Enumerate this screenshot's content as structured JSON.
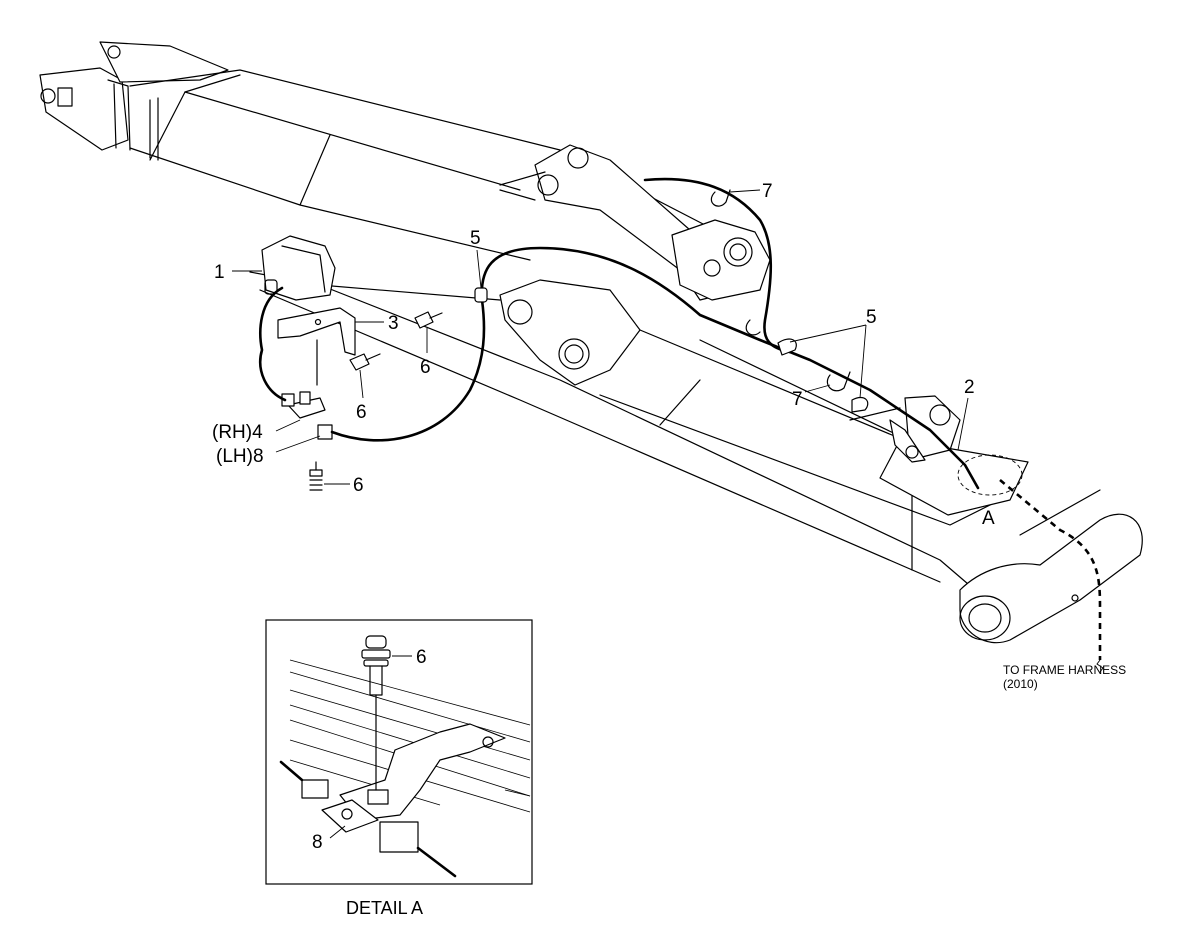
{
  "callouts": {
    "c1": "1",
    "c2": "2",
    "c3": "3",
    "c4": "(RH)4",
    "c8": "(LH)8",
    "c5a": "5",
    "c5b": "5",
    "c6a": "6",
    "c6b": "6",
    "c6c": "6",
    "c6d": "6",
    "c7a": "7",
    "c7b": "7",
    "cA": "A",
    "c8d": "8"
  },
  "note": {
    "line1": "TO FRAME HARNESS",
    "line2": "(2010)"
  },
  "detail": {
    "title": "DETAIL A"
  }
}
